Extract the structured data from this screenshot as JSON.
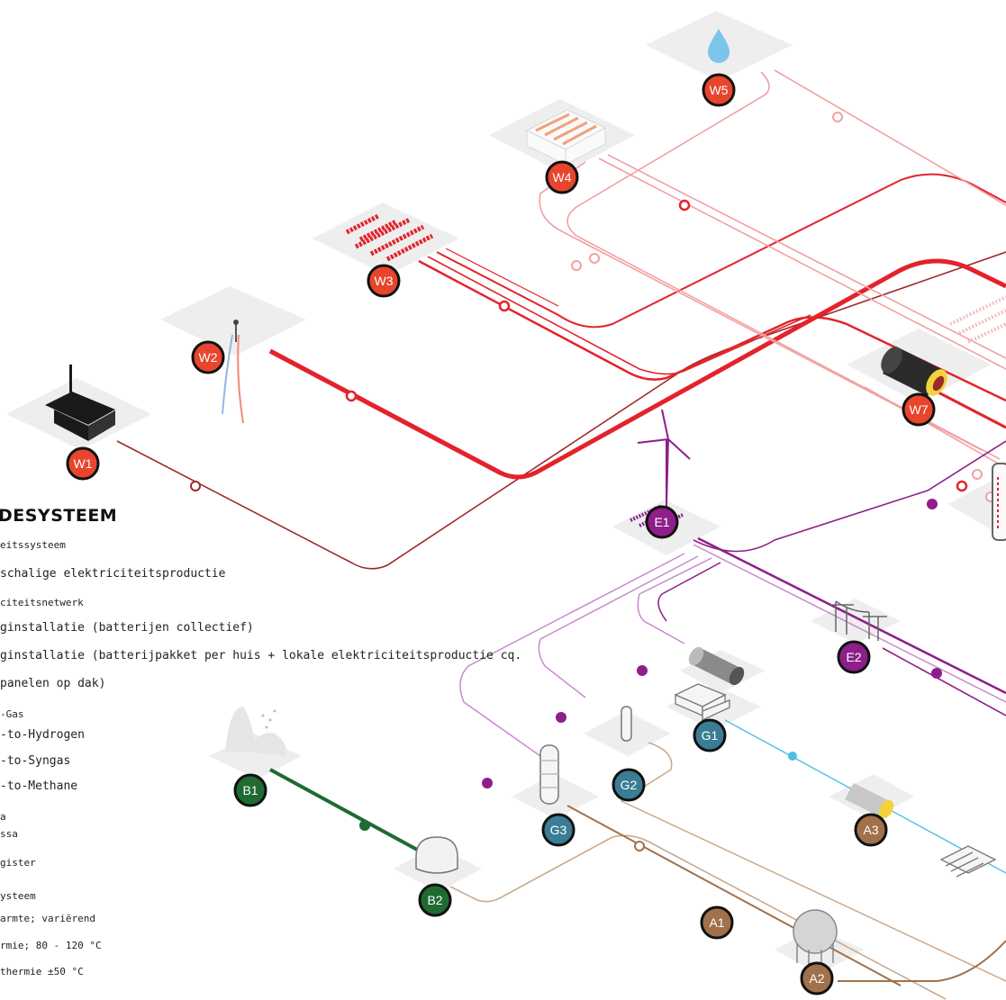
{
  "legend": {
    "title": "DESYSTEEM",
    "items": [
      "eitssysteem",
      "schalige elektriciteitsproductie",
      "citeitsnetwerk",
      "ginstallatie (batterijen collectief)",
      "ginstallatie (batterijpakket per huis + lokale elektriciteitsproductie cq.",
      "panelen op dak)",
      "-Gas",
      "-to-Hydrogen",
      "-to-Syngas",
      "-to-Methane",
      "a",
      "ssa",
      "gister",
      "ysteem",
      "armte; variërend",
      "rmie; 80 - 120 °C",
      "thermie ±50 °C"
    ]
  },
  "nodes": [
    {
      "id": "W1",
      "color": "#e8452c"
    },
    {
      "id": "W2",
      "color": "#e8452c"
    },
    {
      "id": "W3",
      "color": "#e8452c"
    },
    {
      "id": "W4",
      "color": "#e8452c"
    },
    {
      "id": "W5",
      "color": "#e8452c"
    },
    {
      "id": "W7",
      "color": "#e8452c"
    },
    {
      "id": "E1",
      "color": "#8e1e8a"
    },
    {
      "id": "E2",
      "color": "#8e1e8a"
    },
    {
      "id": "G1",
      "color": "#3a7d94"
    },
    {
      "id": "G2",
      "color": "#3a7d94"
    },
    {
      "id": "G3",
      "color": "#3a7d94"
    },
    {
      "id": "B1",
      "color": "#1f6b32"
    },
    {
      "id": "B2",
      "color": "#1f6b32"
    },
    {
      "id": "A1",
      "color": "#a0714a"
    },
    {
      "id": "A2",
      "color": "#a0714a"
    },
    {
      "id": "A3",
      "color": "#a0714a"
    }
  ],
  "colors": {
    "heat": "#e3232b",
    "heat_light": "#f2a0a0",
    "heat_dark": "#9b2a2a",
    "electricity": "#8e1e8a",
    "electricity_light": "#c98ad0",
    "gas": "#4dbfe5",
    "biomass": "#1f6b32",
    "other": "#b08a6a",
    "platform": "#eeeeee"
  },
  "icons": [
    "drop-icon",
    "wind-turbine-icon",
    "solar-panel-icon",
    "pipe-cylinder-icon",
    "gas-tank-icon",
    "dome-icon",
    "power-pylon-icon",
    "electricity-marker-icon",
    "heat-marker-icon"
  ]
}
